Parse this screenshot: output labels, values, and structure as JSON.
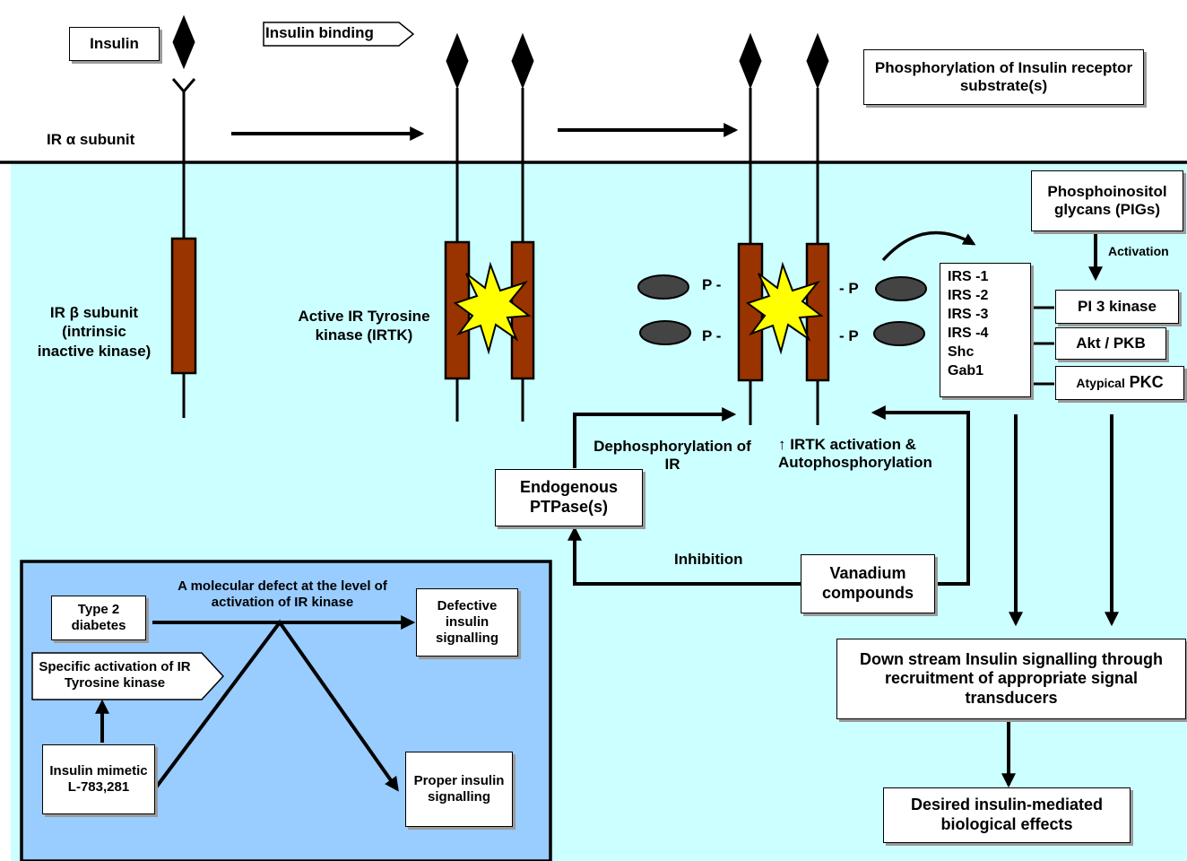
{
  "colors": {
    "cell_interior": "#ccffff",
    "inset_background": "#99ccff",
    "receptor_beta": "#993300",
    "activation_burst": "#ffff00",
    "substrate_oval": "#444444"
  },
  "top": {
    "insulin": "Insulin",
    "insulin_binding": "Insulin binding",
    "alpha_subunit": "IR α subunit",
    "phosphorylation_title": "Phosphorylation of Insulin receptor substrate(s)"
  },
  "receptor": {
    "beta_subunit": "IR β subunit (intrinsic inactive kinase)",
    "active_irtk": "Active IR Tyrosine kinase (IRTK)",
    "p_mark": "P"
  },
  "substrates": {
    "irs_list": [
      "IRS -1",
      "IRS -2",
      "IRS -3",
      "IRS -4",
      "Shc",
      "Gab1"
    ]
  },
  "pathway": {
    "pigs": "Phosphoinositol glycans (PIGs)",
    "activation": "Activation",
    "pi3k": "PI 3 kinase",
    "akt": "Akt / PKB",
    "atypical": "Atypical",
    "pkc": "PKC"
  },
  "regulation": {
    "dephosphorylation": "Dephosphorylation of IR",
    "irtk_activation": "↑ IRTK activation & Autophosphorylation",
    "ptpase": "Endogenous PTPase(s)",
    "inhibition": "Inhibition",
    "vanadium": "Vanadium compounds"
  },
  "downstream": {
    "signalling": "Down stream Insulin signalling through recruitment of appropriate signal transducers",
    "effects": "Desired insulin-mediated biological effects"
  },
  "inset": {
    "type2": "Type 2 diabetes",
    "defect": "A molecular defect at the level of activation of IR kinase",
    "defective": "Defective insulin signalling",
    "specific_activation": "Specific activation of IR Tyrosine kinase",
    "mimetic": "Insulin mimetic L-783,281",
    "proper": "Proper insulin signalling"
  }
}
